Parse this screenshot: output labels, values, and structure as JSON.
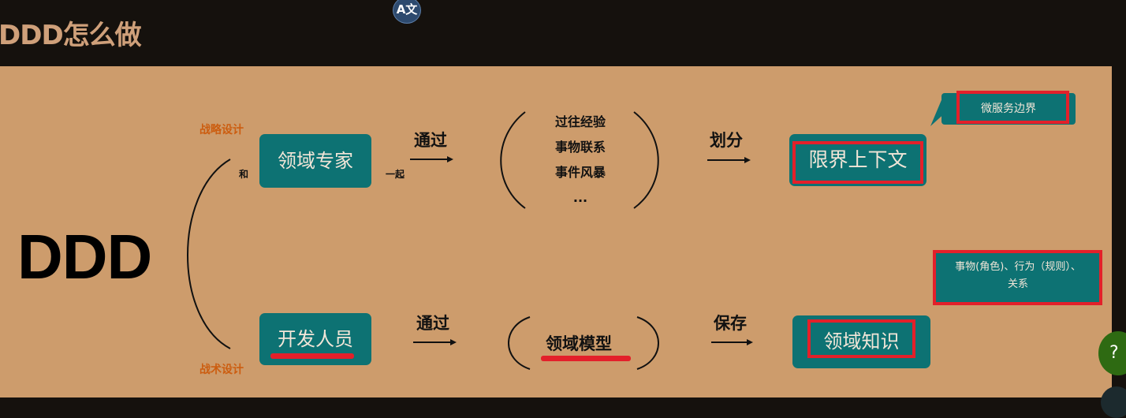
{
  "header": {
    "title": "DDD怎么做",
    "translate_icon": "translate-icon"
  },
  "diagram": {
    "main_label": "DDD",
    "strategic_label": "战略设计",
    "tactical_label": "战术设计",
    "and_label": "和",
    "domain_expert": "领域专家",
    "together_label": "一起",
    "via_label_top": "通过",
    "experiences": [
      "过往经验",
      "事物联系",
      "事件风暴",
      "..."
    ],
    "divide_label": "划分",
    "bounded_context": "限界上下文",
    "microservice_boundary": "微服务边界",
    "developers": "开发人员",
    "via_label_bottom": "通过",
    "domain_model": "领域模型",
    "save_label": "保存",
    "domain_knowledge": "领域知识",
    "knowledge_note_line1": "事物(角色)、行为（规则）、",
    "knowledge_note_line2": "关系"
  },
  "colors": {
    "slide_bg": "#cd9c6c",
    "teal": "#0d7273",
    "red": "#e3202a",
    "orange": "#cc5d10",
    "header_bg": "#15110d"
  }
}
